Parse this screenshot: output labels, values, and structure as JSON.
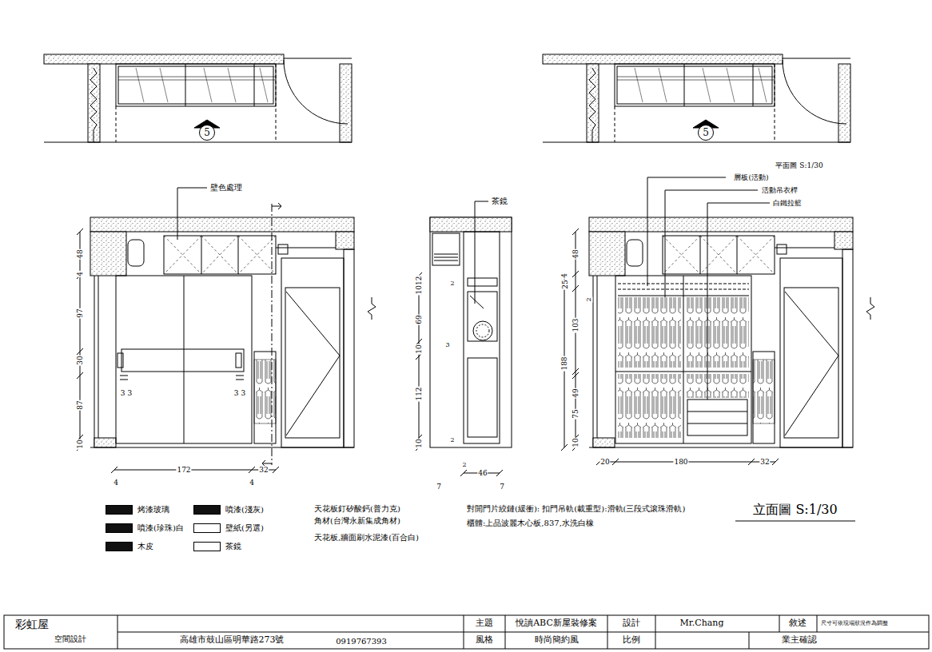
{
  "diagram": {
    "nodes": [
      {
        "text": [
          "5"
        ]
      },
      {
        "text": [
          "5"
        ]
      }
    ],
    "labels": [
      "平面圖 S:1/30",
      "壁色處理",
      "48",
      "4",
      "97",
      "30",
      "87",
      "10",
      "172",
      "32",
      "4",
      "4",
      "3 3",
      "3 3",
      "茶鏡",
      "1012",
      "69",
      "10",
      "112",
      "10",
      "2",
      "3",
      "2",
      "2",
      "46",
      "7",
      "7",
      "層板(活動)",
      "活動吊衣桿",
      "白鐵拉籃",
      "48",
      "4",
      "25",
      "103",
      "2",
      "188",
      "49",
      "75",
      "10",
      "20",
      "180",
      "32",
      "天花板釘矽酸鈣(普力克)",
      "角材(台灣永新集成角材)",
      "天花板,牆面刷水泥漆(百合白)",
      "對開門片絞鏈(緩衝): 扣門吊軌(載重型):滑軌(三段式滾珠滑軌)",
      "櫃體:上品波麗木心板,837,水洗白橡",
      "立面圖 S:1/30",
      "彩虹屋",
      "空間設計",
      "高雄市鼓山區明華路273號",
      "0919767393",
      "主題",
      "悅讀ABC新屋裝修案",
      "設計",
      "Mr.Chang",
      "敘述",
      "尺寸可依現場狀況作為調整",
      "風格",
      "時尚簡約風",
      "比例",
      "業主確認"
    ],
    "legend": [
      {
        "text": "烤漆玻璃",
        "color": "#111111"
      },
      {
        "text": "噴漆(淺灰)",
        "color": "#111111"
      },
      {
        "text": "噴漆(珍珠)白",
        "color": "#111111"
      },
      {
        "text": "壁紙(另選)",
        "color": "#ffffff"
      },
      {
        "text": "木皮",
        "color": "#111111"
      },
      {
        "text": "茶鏡",
        "color": "#ffffff"
      }
    ]
  }
}
